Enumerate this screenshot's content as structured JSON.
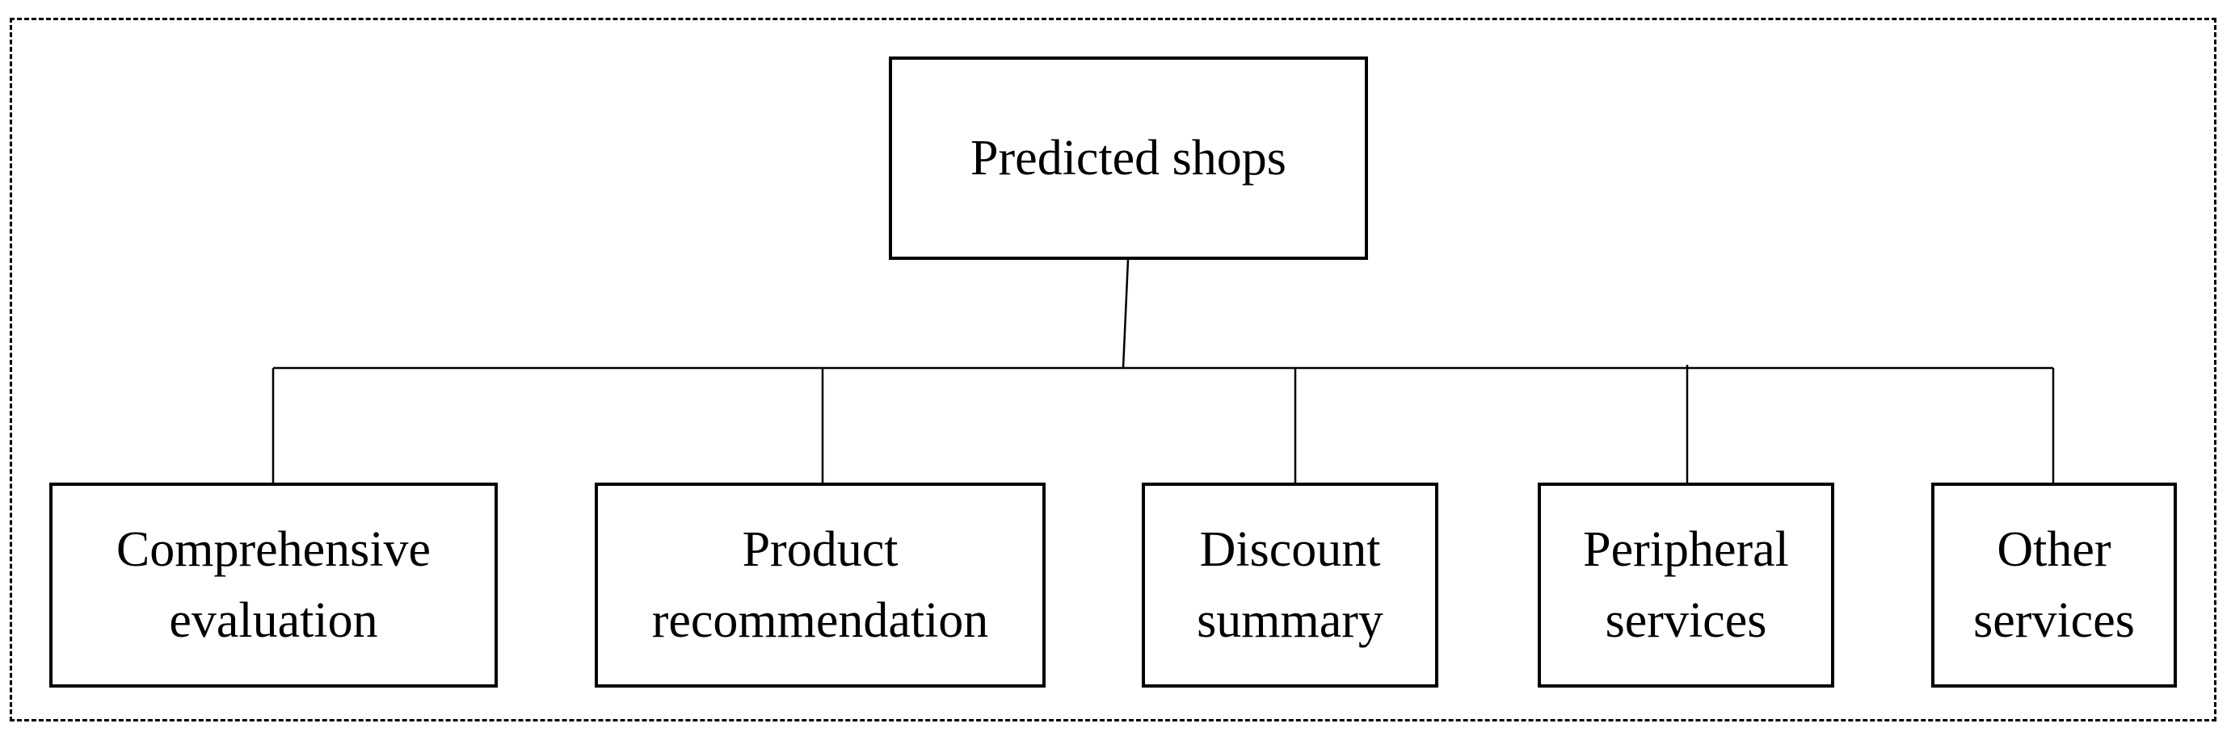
{
  "diagram": {
    "root": {
      "label": "Predicted shops"
    },
    "children": [
      {
        "line1": "Comprehensive",
        "line2": "evaluation"
      },
      {
        "line1": "Product",
        "line2": "recommendation"
      },
      {
        "line1": "Discount",
        "line2": "summary"
      },
      {
        "line1": "Peripheral",
        "line2": "services"
      },
      {
        "line1": "Other",
        "line2": "services"
      }
    ],
    "colors": {
      "stroke": "#000000",
      "background": "#ffffff"
    }
  }
}
